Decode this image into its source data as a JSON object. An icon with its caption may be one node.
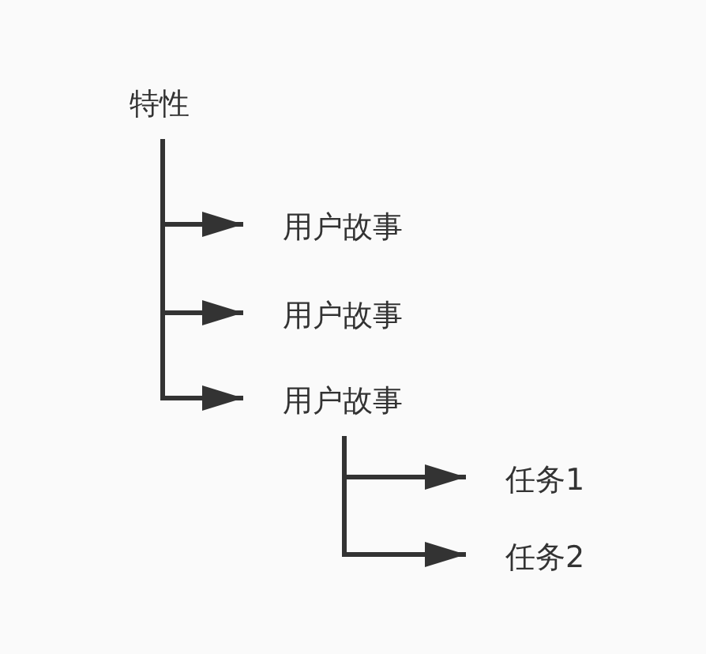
{
  "diagram": {
    "nodes": [
      {
        "text": [
          "特性"
        ]
      },
      {
        "text": [
          "用户故事"
        ]
      },
      {
        "text": [
          "用户故事"
        ]
      },
      {
        "text": [
          "用户故事"
        ]
      },
      {
        "text": [
          "任务1"
        ]
      },
      {
        "text": [
          "任务2"
        ]
      }
    ],
    "edges": [
      {
        "from": 0,
        "to": 1,
        "arrow": "to"
      },
      {
        "from": 0,
        "to": 2,
        "arrow": "to"
      },
      {
        "from": 0,
        "to": 3,
        "arrow": "to"
      },
      {
        "from": 3,
        "to": 4,
        "arrow": "to"
      },
      {
        "from": 3,
        "to": 5,
        "arrow": "to"
      }
    ]
  }
}
